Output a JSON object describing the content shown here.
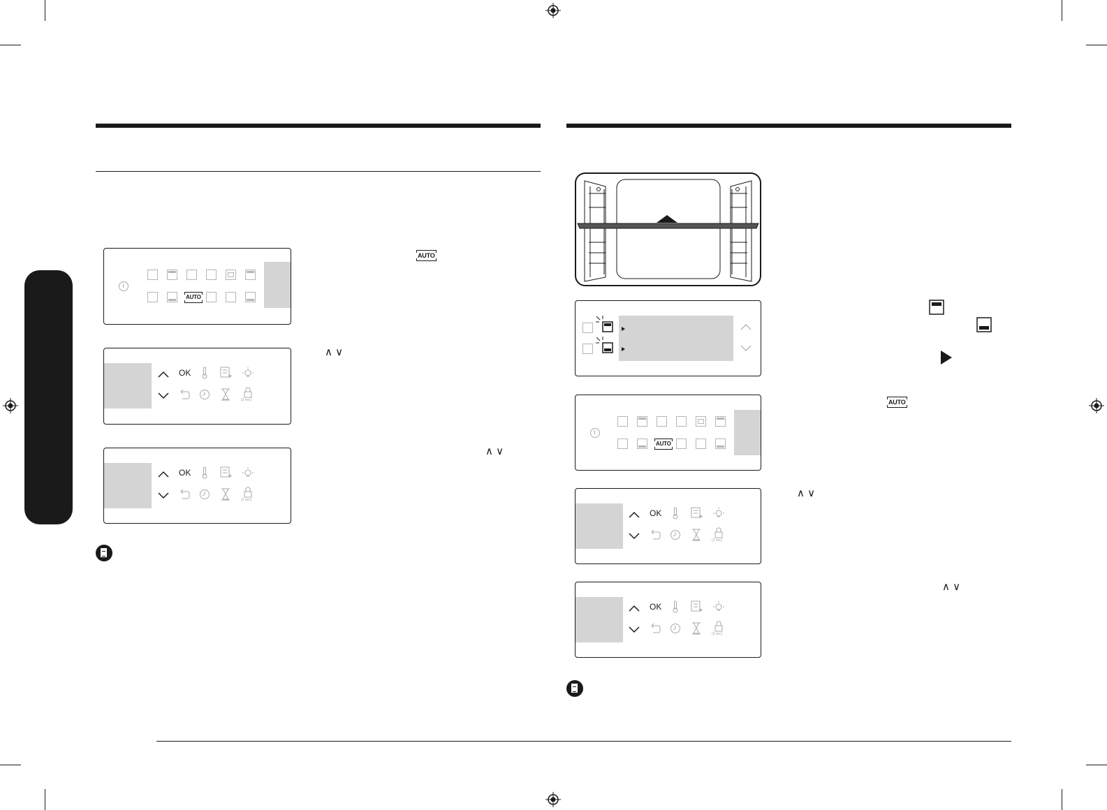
{
  "left_section": {
    "step1_auto_button_label": "AUTO",
    "step2_arrow_keys": "∧ ∨",
    "step3_arrow_keys": "∧ ∨"
  },
  "right_section": {
    "step2_auto_button_label": "AUTO",
    "step3_arrow_keys": "∧ ∨",
    "step4_arrow_keys": "∧ ∨"
  },
  "control_panel": {
    "ok_label": "OK",
    "auto_label": "AUTO",
    "lock_caption": "(3 sec)"
  },
  "icons": [
    "power-icon",
    "auto-icon",
    "up-arrow-icon",
    "down-arrow-icon",
    "ok-button",
    "thermometer-icon",
    "back-icon",
    "clock-icon",
    "hourglass-icon",
    "lock-icon",
    "light-icon",
    "note-icon",
    "play-icon",
    "upper-oven-icon",
    "lower-oven-icon"
  ]
}
